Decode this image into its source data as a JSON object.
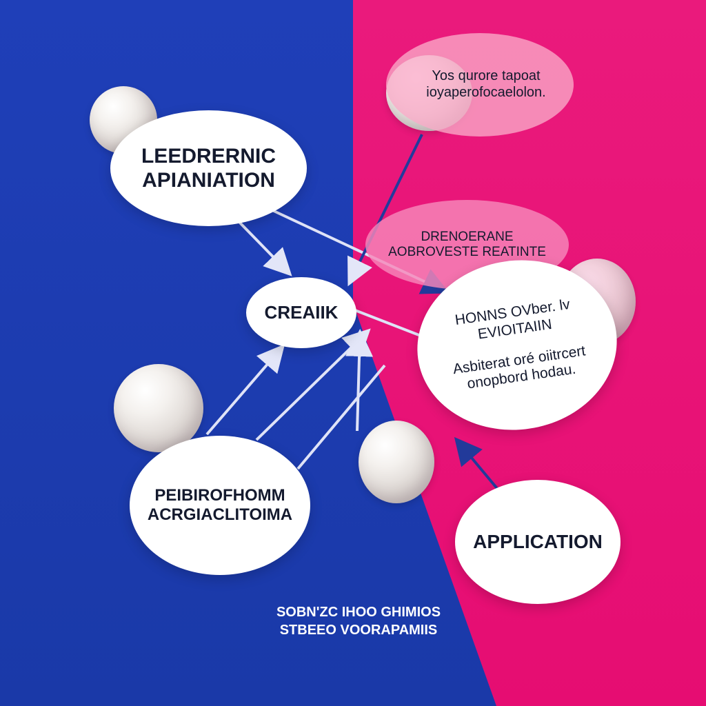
{
  "colors": {
    "left_panel": "#1e3fb4",
    "right_panel": "#e8127a",
    "arrow_light": "#d8dcf4",
    "arrow_dark": "#243a9a"
  },
  "nodes": {
    "top_left": {
      "lines": [
        "LEEDRERNIC",
        "APIANIATION"
      ]
    },
    "top_right": {
      "lines": [
        "Yos qurore tapoat",
        "ioyaperofocaelolon."
      ]
    },
    "center": {
      "lines": [
        "CREAIIK"
      ]
    },
    "mid_right": {
      "lines": [
        "DRENOERANE",
        "AOBROVESTE REATINTE"
      ]
    },
    "right_large": {
      "lines": [
        "HONNS OVber. lv",
        "EVIOITAIIN",
        "Asbiterat oré oiitrcert",
        "onopbord hodau."
      ]
    },
    "bottom_left": {
      "lines": [
        "PEIBIROFHOMM",
        "ACRGIACLITOIMA"
      ]
    },
    "bottom_right": {
      "lines": [
        "APPLICATION"
      ]
    }
  },
  "caption": {
    "lines": [
      "SOBN'ZC IHOO GHIMIOS",
      "STBEEO VOORAPAMIIS"
    ]
  }
}
